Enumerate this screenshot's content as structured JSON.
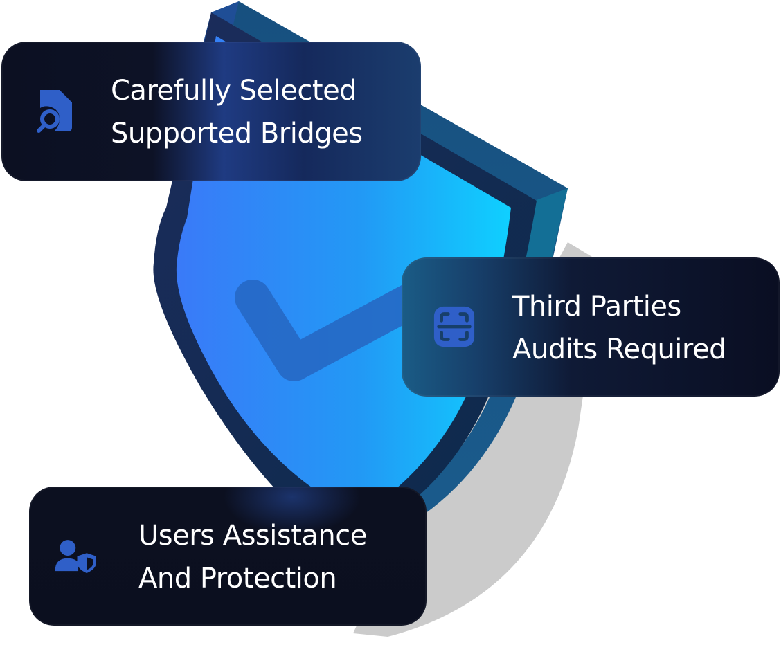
{
  "cards": [
    {
      "line1": "Carefully Selected",
      "line2": "Supported Bridges",
      "icon": "document-search-icon"
    },
    {
      "line1": "Third Parties",
      "line2": "Audits Required",
      "icon": "scan-frame-icon"
    },
    {
      "line1": "Users Assistance",
      "line2": "And Protection",
      "icon": "user-shield-icon"
    }
  ],
  "colors": {
    "card_bg": "#0c1022",
    "icon_blue": "#2f5fc8",
    "shield_light": "#0fcaff",
    "shield_mid": "#2f7df6",
    "shield_rim": "#0f2a55",
    "shadow_gray": "#cfcfcf"
  }
}
